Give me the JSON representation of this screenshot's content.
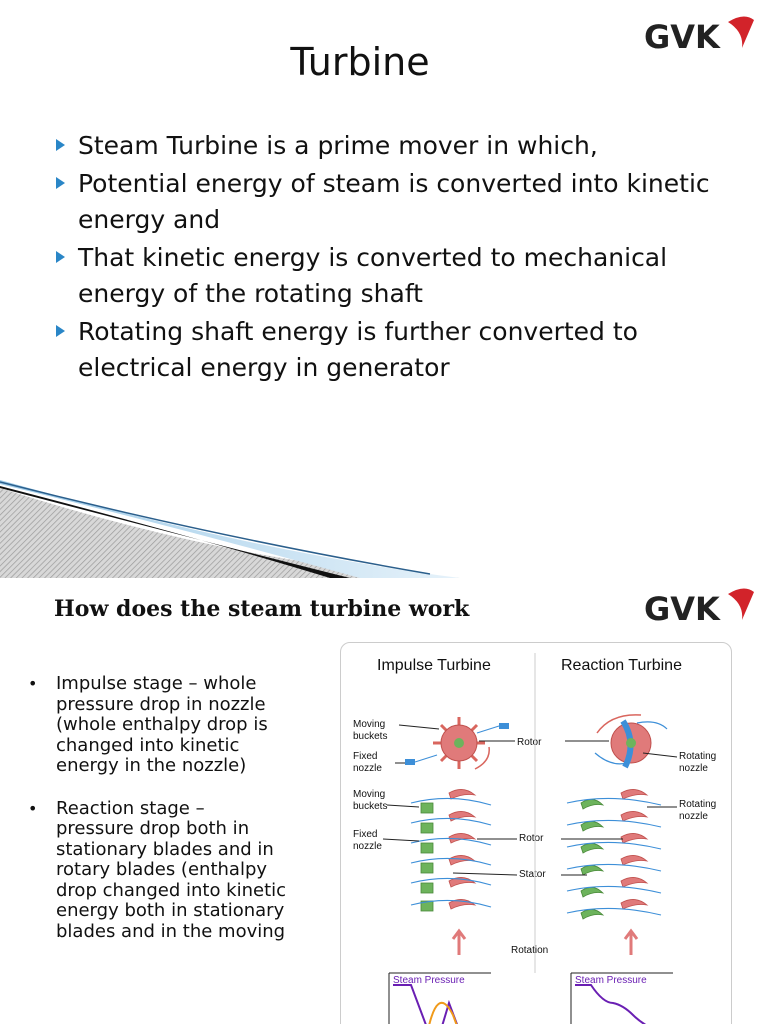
{
  "slide1": {
    "title": "Turbine",
    "logo": "GVK",
    "bullets": [
      "Steam Turbine is a prime mover in which,",
      "Potential energy of steam is converted into kinetic energy and",
      "That kinetic energy is converted to mechanical energy of the rotating shaft",
      "Rotating shaft energy is further converted to electrical energy in generator"
    ]
  },
  "slide2": {
    "title": "How does the steam turbine work",
    "logo": "GVK",
    "bullets": [
      "Impulse stage – whole pressure drop in nozzle (whole enthalpy drop is changed into kinetic energy in the nozzle)",
      "Reaction stage – pressure drop both in stationary blades and in rotary blades (enthalpy drop changed into kinetic energy both in stationary blades and in the moving"
    ],
    "diagram": {
      "impulse_title": "Impulse Turbine",
      "reaction_title": "Reaction Turbine",
      "moving_buckets": "Moving buckets",
      "fixed_nozzle": "Fixed nozzle",
      "moving_buckets_2": "Moving buckets",
      "fixed_nozzle_2": "Fixed nozzle",
      "rotor": "Rotor",
      "rotor_2": "Rotor",
      "stator": "Stator",
      "rotating_nozzle": "Rotating nozzle",
      "rotating_nozzle_2": "Rotating nozzle",
      "rotation": "Rotation",
      "steam_pressure_1": "Steam Pressure",
      "steam_pressure_2": "Steam Pressure"
    }
  },
  "colors": {
    "bullet_arrow": "#2a86c7",
    "logo_red": "#d2232a",
    "blade_red": "#e07a7a",
    "blade_green": "#6db35c",
    "steam_blue": "#3d8fd8",
    "pressure_purple": "#6a1fb3",
    "pressure_orange": "#f09a1a"
  }
}
